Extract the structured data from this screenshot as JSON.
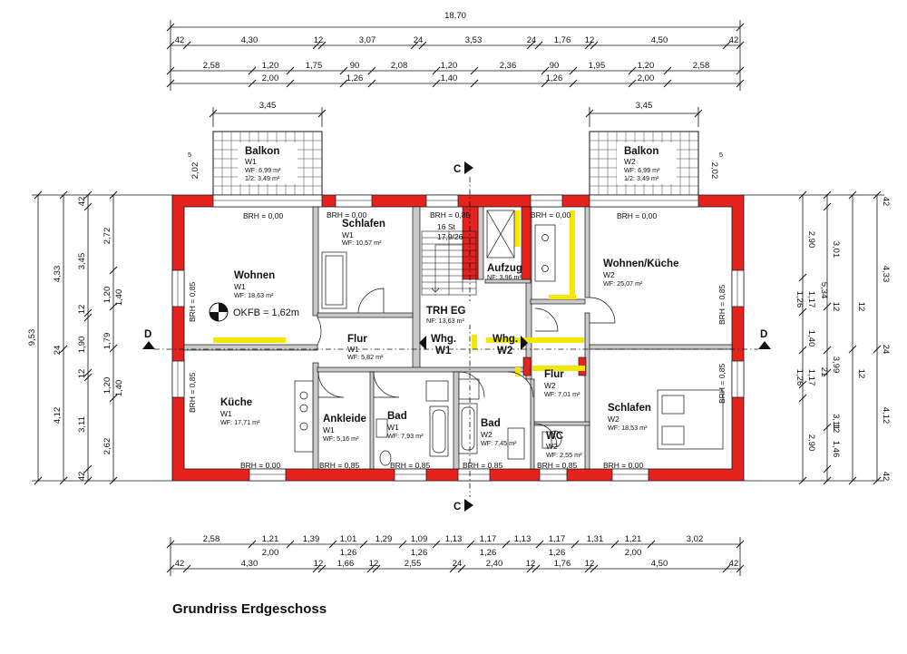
{
  "title": "Grundriss Erdgeschoss",
  "dimensions": {
    "overall": "18,70",
    "top_row1": [
      "42",
      "4,30",
      "12",
      "3,07",
      "24",
      "3,53",
      "24",
      "1,76",
      "12",
      "4,50",
      "42"
    ],
    "top_row2_upper": [
      "2,58",
      "1,20",
      "1,75",
      "90",
      "2,08",
      "1,20",
      "2,36",
      "90",
      "1,95",
      "1,20",
      "2,58"
    ],
    "top_row2_lower": [
      "2,00",
      "1,26",
      "1,40",
      "1,26",
      "2,00"
    ],
    "balcony_left_width": "3,45",
    "balcony_right_width": "3,45",
    "balcony_left_depth": "2,02",
    "balcony_left_depth_sup": "5",
    "balcony_right_depth": "2,02",
    "balcony_right_depth_sup": "5",
    "bottom_row1_upper": [
      "2,58",
      "1,21",
      "1,39",
      "1,01",
      "1,29",
      "1,09",
      "1,13",
      "1,17",
      "1,13",
      "1,17",
      "1,31",
      "1,21",
      "3,02"
    ],
    "bottom_row1_lower": [
      "2,00",
      "1,26",
      "1,26",
      "1,26",
      "1,26",
      "2,00"
    ],
    "bottom_row2": [
      "42",
      "4,30",
      "12",
      "1,66",
      "12",
      "2,55",
      "24",
      "2,40",
      "12",
      "1,76",
      "12",
      "4,50",
      "42"
    ],
    "left_total": "9,53",
    "left_col_a": [
      "4,33",
      "24",
      "4,12"
    ],
    "left_col_b": [
      "42",
      "3,45",
      "12",
      "1,90",
      "12",
      "3,11",
      "42"
    ],
    "left_col_c": [
      "2,72",
      "1,20",
      "1,40",
      "1,79",
      "1,20",
      "1,40",
      "2,62"
    ],
    "right_total": "4,33",
    "right_total_b": "4,12",
    "right_col_a": [
      "2,90",
      "1,17",
      "1,26",
      "1,40",
      "1,17",
      "1,26",
      "2,90"
    ],
    "right_col_b": [
      "3,01",
      "5,34",
      "12",
      "3,99",
      "3,11",
      "12",
      "1,46"
    ],
    "right_col_c": [
      "42",
      "12",
      "24",
      "12",
      "42",
      "21"
    ]
  },
  "section_markers": {
    "vertical_top": "C",
    "vertical_bottom": "C",
    "horizontal_left": "D",
    "horizontal_right": "D"
  },
  "rooms": {
    "balkon_w1": {
      "name": "Balkon",
      "unit": "W1",
      "wf": "WF: 6,99  m²",
      "half": "1/2: 3,49  m²"
    },
    "balkon_w2": {
      "name": "Balkon",
      "unit": "W2",
      "wf": "WF: 6,99  m²",
      "half": "1/2: 3,49  m²"
    },
    "wohnen": {
      "name": "Wohnen",
      "unit": "W1",
      "wf": "WF: 18,63  m²",
      "okfb": "OKFB = 1,62m"
    },
    "schlafen_w1": {
      "name": "Schlafen",
      "unit": "W1",
      "wf": "WF: 10,57  m²"
    },
    "trh": {
      "name": "TRH EG",
      "nf": "NF: 13,63  m²",
      "stairs": "16 St",
      "stairs_ratio": "17,9/26"
    },
    "aufzug": {
      "name": "Aufzug",
      "nf": "NF: 3,96  m²"
    },
    "wohnkueche": {
      "name": "Wohnen/Küche",
      "unit": "W2",
      "wf": "WF: 25,07  m²"
    },
    "flur_w1": {
      "name": "Flur",
      "unit": "W1",
      "wf": "WF: 5,82  m²"
    },
    "whg_w1": {
      "line1": "Whg.",
      "line2": "W1"
    },
    "whg_w2": {
      "line1": "Whg.",
      "line2": "W2"
    },
    "kueche": {
      "name": "Küche",
      "unit": "W1",
      "wf": "WF: 17,71  m²"
    },
    "ankleide": {
      "name": "Ankleide",
      "unit": "W1",
      "wf": "WF: 5,16  m²"
    },
    "bad_w1": {
      "name": "Bad",
      "unit": "W1",
      "wf": "WF: 7,93  m²"
    },
    "bad_w2": {
      "name": "Bad",
      "unit": "W2",
      "wf": "WF: 7,45  m²"
    },
    "flur_w2": {
      "name": "Flur",
      "unit": "W2",
      "wf": "WF: 7,01  m²"
    },
    "wc": {
      "name": "WC",
      "unit": "W2",
      "wf": "WF: 2,55  m²"
    },
    "schlafen_w2": {
      "name": "Schlafen",
      "unit": "W2",
      "wf": "WF: 18,53  m²"
    }
  },
  "brh_labels": {
    "b0": "BRH = 0,00",
    "b85": "BRH = 0,85"
  },
  "colors": {
    "wall": "#e4231f",
    "inner_wall": "#777777",
    "highlight": "#f4e800",
    "line": "#111111"
  }
}
